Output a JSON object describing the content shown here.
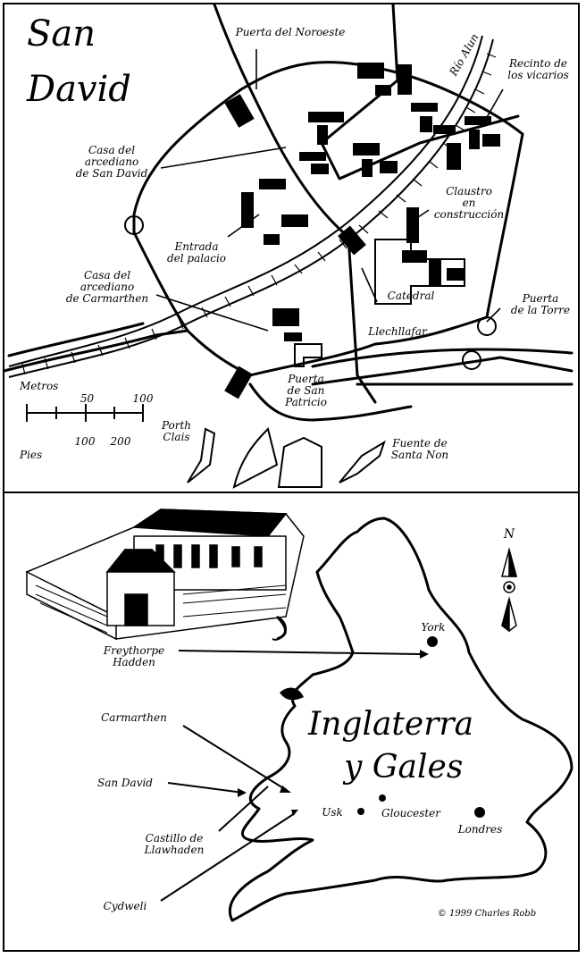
{
  "top_map": {
    "title_line1": "San",
    "title_line2": "David",
    "labels": {
      "puerta_noroeste": "Puerta del Noroeste",
      "rio_alun": "Río Alun",
      "recinto_vicarios": "Recinto de\nlos vicarios",
      "casa_arcediano_sd": "Casa del\narcediano\nde San David",
      "claustro": "Claustro\nen\nconstrucción",
      "entrada_palacio": "Entrada\ndel palacio",
      "casa_arcediano_carm": "Casa del\narcediano\nde Carmarthen",
      "catedral": "Catedral",
      "puerta_torre": "Puerta\nde la Torre",
      "llechllafar": "Llechllafar",
      "puerta_patricio": "Puerta\nde San\nPatricio",
      "porth_clais": "Porth\nClais",
      "fuente_non": "Fuente de\nSanta Non"
    },
    "scale": {
      "metros": "Metros",
      "m50": "50",
      "m100": "100",
      "pies": "Pies",
      "p100": "100",
      "p200": "200"
    }
  },
  "bottom_map": {
    "title_line1": "Inglaterra",
    "title_line2": "y Gales",
    "compass_letter": "N",
    "labels": {
      "freythorpe": "Freythorpe\nHadden",
      "york": "York",
      "carmarthen": "Carmarthen",
      "san_david": "San David",
      "castillo": "Castillo de\nLlawhaden",
      "cydweli": "Cydweli",
      "usk": "Usk",
      "gloucester": "Gloucester",
      "londres": "Londres"
    },
    "copyright": "© 1999 Charles Robb"
  },
  "colors": {
    "ink": "#000000",
    "paper": "#ffffff"
  }
}
